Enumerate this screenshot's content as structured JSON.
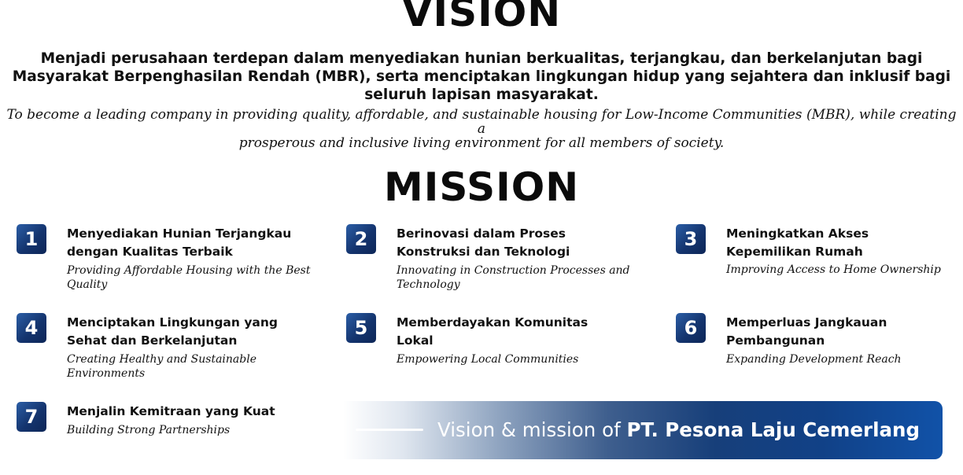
{
  "vision": {
    "heading": "VISION",
    "text_id_1": "Menjadi perusahaan terdepan dalam menyediakan hunian berkualitas, terjangkau, dan berkelanjutan bagi",
    "text_id_2": "Masyarakat Berpenghasilan Rendah (MBR), serta menciptakan lingkungan hidup yang sejahtera dan inklusif bagi",
    "text_id_3": "seluruh lapisan masyarakat.",
    "text_en_1": "To become a leading company in providing quality, affordable, and sustainable housing for Low-Income Communities (MBR), while creating a",
    "text_en_2": "prosperous and inclusive living environment for all members of society."
  },
  "mission": {
    "heading": "MISSION",
    "items": [
      {
        "number": "1",
        "title_1": "Menyediakan Hunian Terjangkau",
        "title_2": "dengan Kualitas Terbaik",
        "sub_1": "Providing Affordable Housing with the Best",
        "sub_2": "Quality"
      },
      {
        "number": "2",
        "title_1": "Berinovasi dalam Proses",
        "title_2": "Konstruksi dan Teknologi",
        "sub_1": "Innovating in Construction Processes and",
        "sub_2": "Technology"
      },
      {
        "number": "3",
        "title_1": "Meningkatkan Akses",
        "title_2": "Kepemilikan Rumah",
        "sub_1": "Improving Access to Home Ownership",
        "sub_2": ""
      },
      {
        "number": "4",
        "title_1": "Menciptakan Lingkungan yang",
        "title_2": "Sehat dan Berkelanjutan",
        "sub_1": "Creating Healthy and Sustainable",
        "sub_2": "Environments"
      },
      {
        "number": "5",
        "title_1": "Memberdayakan Komunitas",
        "title_2": "Lokal",
        "sub_1": "Empowering Local Communities",
        "sub_2": ""
      },
      {
        "number": "6",
        "title_1": "Memperluas Jangkauan",
        "title_2": "Pembangunan",
        "sub_1": "Expanding Development Reach",
        "sub_2": ""
      },
      {
        "number": "7",
        "title_1": "Menjalin Kemitraan yang Kuat",
        "title_2": "",
        "sub_1": "Building Strong Partnerships",
        "sub_2": ""
      }
    ]
  },
  "banner": {
    "prefix": "Vision & mission of ",
    "company": "PT. Pesona Laju Cemerlang"
  },
  "colors": {
    "accent_dark": "#14346e",
    "accent_light": "#2b5ea6",
    "banner_end": "#1152a8"
  }
}
